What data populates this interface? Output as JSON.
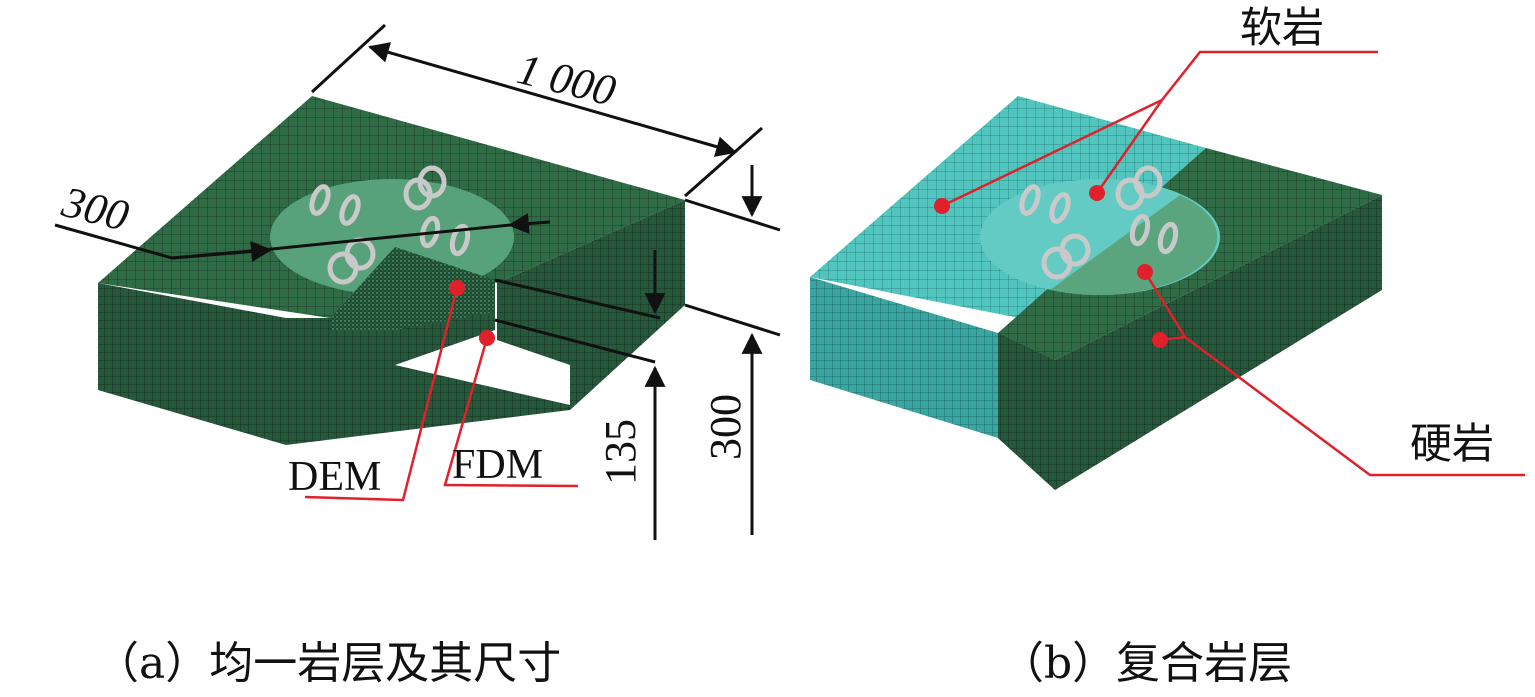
{
  "figure": {
    "panel_a": {
      "caption": "（a）均一岩层及其尺寸",
      "dimensions": {
        "length": "1 000",
        "radius": "300",
        "depth_dem": "135",
        "depth_total": "300"
      },
      "labels": {
        "dem": "DEM",
        "fdm": "FDM"
      }
    },
    "panel_b": {
      "caption": "（b）复合岩层",
      "labels": {
        "soft_rock": "软岩",
        "hard_rock": "硬岩"
      }
    },
    "colors": {
      "hard_rock": "#2f6b45",
      "hard_rock_dark": "#24553a",
      "dem_zone": "#5aa57e",
      "soft_rock": "#4fc4be",
      "soft_rock_side": "#3aa3a0",
      "annotation": "#e0202a",
      "dimension_line": "#111111"
    }
  }
}
